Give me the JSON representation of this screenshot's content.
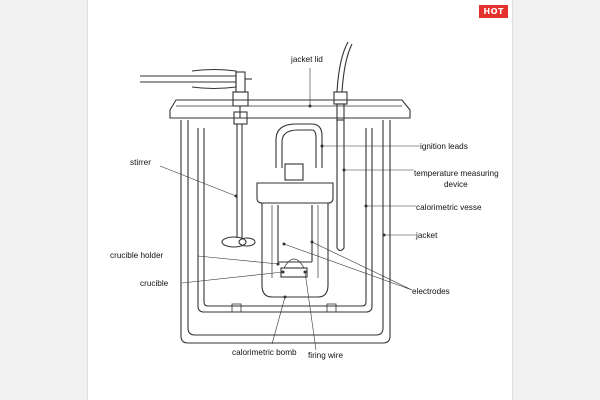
{
  "badge": {
    "label": "HOT",
    "color": "#e5322d"
  },
  "labels": {
    "jacket_lid": "jacket lid",
    "ignition_leads": "ignition leads",
    "temp_device_line1": "temperature measuring",
    "temp_device_line2": "device",
    "stirrer": "stirrer",
    "calorimetric_vessel": "calorimetric vesse",
    "jacket": "jacket",
    "crucible_holder": "crucible holder",
    "crucible": "crucible",
    "electrodes": "electrodes",
    "calorimetric_bomb": "calorimetric bomb",
    "firing_wire": "firing wire"
  },
  "colors": {
    "line": "#333333",
    "background": "#ffffff",
    "page": "#f1f1f1"
  }
}
